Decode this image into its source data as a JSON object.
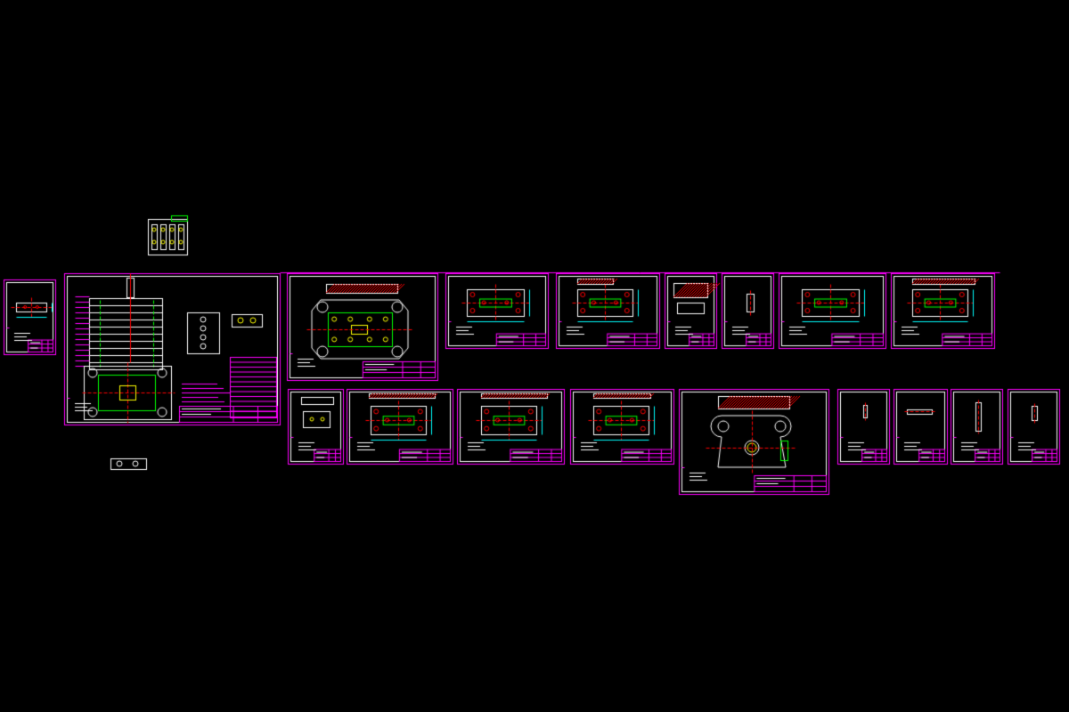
{
  "viewport": {
    "description_visible_text": "",
    "colors": {
      "background": "#000000",
      "sheet_border": "#ff00ff",
      "geometry": "#ffffff",
      "hidden_lines": "#00ff00",
      "center_lines": "#ff0000",
      "holes": "#ffff00",
      "dimensions": "#00ffff"
    }
  },
  "sheets": [
    {
      "id": "sheet-a",
      "label": ""
    },
    {
      "id": "sheet-assembly",
      "label": ""
    },
    {
      "id": "sheet-bottom-plate",
      "label": ""
    },
    {
      "id": "sheet-plate-1",
      "label": ""
    },
    {
      "id": "sheet-plate-2",
      "label": ""
    },
    {
      "id": "sheet-small-1",
      "label": ""
    },
    {
      "id": "sheet-small-2",
      "label": ""
    },
    {
      "id": "sheet-plate-3",
      "label": ""
    },
    {
      "id": "sheet-plate-4",
      "label": ""
    },
    {
      "id": "sheet-small-3",
      "label": ""
    },
    {
      "id": "sheet-plate-5",
      "label": ""
    },
    {
      "id": "sheet-plate-6",
      "label": ""
    },
    {
      "id": "sheet-plate-7",
      "label": ""
    },
    {
      "id": "sheet-top-plate",
      "label": ""
    },
    {
      "id": "sheet-part-1",
      "label": ""
    },
    {
      "id": "sheet-part-2",
      "label": ""
    },
    {
      "id": "sheet-part-3",
      "label": ""
    },
    {
      "id": "sheet-part-4",
      "label": ""
    }
  ]
}
